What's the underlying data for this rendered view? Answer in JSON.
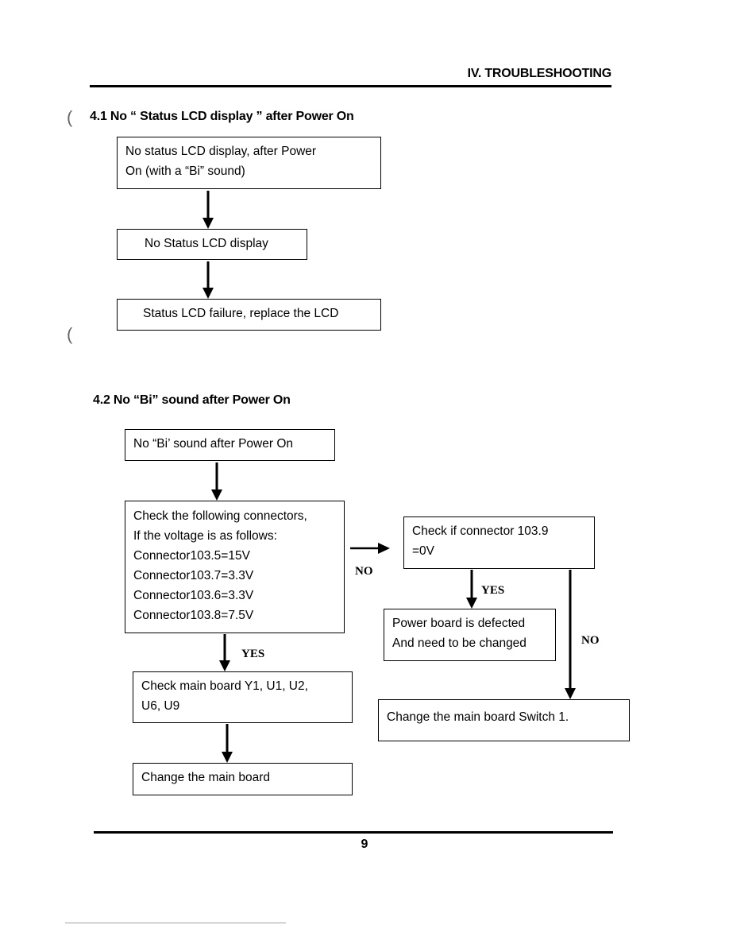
{
  "header": {
    "title": "IV. TROUBLESHOOTING"
  },
  "section1": {
    "title": "4.1 No “ Status LCD display ” after Power On",
    "box1": [
      "No status LCD display, after Power",
      "On (with a “Bi” sound)"
    ],
    "box2": [
      "No Status LCD display"
    ],
    "box3": [
      "Status LCD failure, replace the LCD"
    ]
  },
  "section2": {
    "title": "4.2 No “Bi” sound after Power On",
    "start": [
      "No “Bi’ sound after Power On"
    ],
    "check": [
      "Check the following connectors,",
      "If the voltage is as follows:",
      "Connector103.5=15V",
      "Connector103.7=3.3V",
      "Connector103.6=3.3V",
      "Connector103.8=7.5V"
    ],
    "mainboard_check": [
      "Check main board Y1, U1, U2,",
      "U6, U9"
    ],
    "change_main": [
      "Change the main board"
    ],
    "connector_check": [
      "Check if connector 103.9",
      "=0V"
    ],
    "power_board": [
      "Power board is defected",
      "And need to be changed"
    ],
    "change_switch": [
      "Change the main board Switch 1."
    ],
    "labels": {
      "no_1": "NO",
      "yes_1": "YES",
      "yes_2": "YES",
      "no_2": "NO"
    }
  },
  "footer": {
    "page_number": "9"
  }
}
